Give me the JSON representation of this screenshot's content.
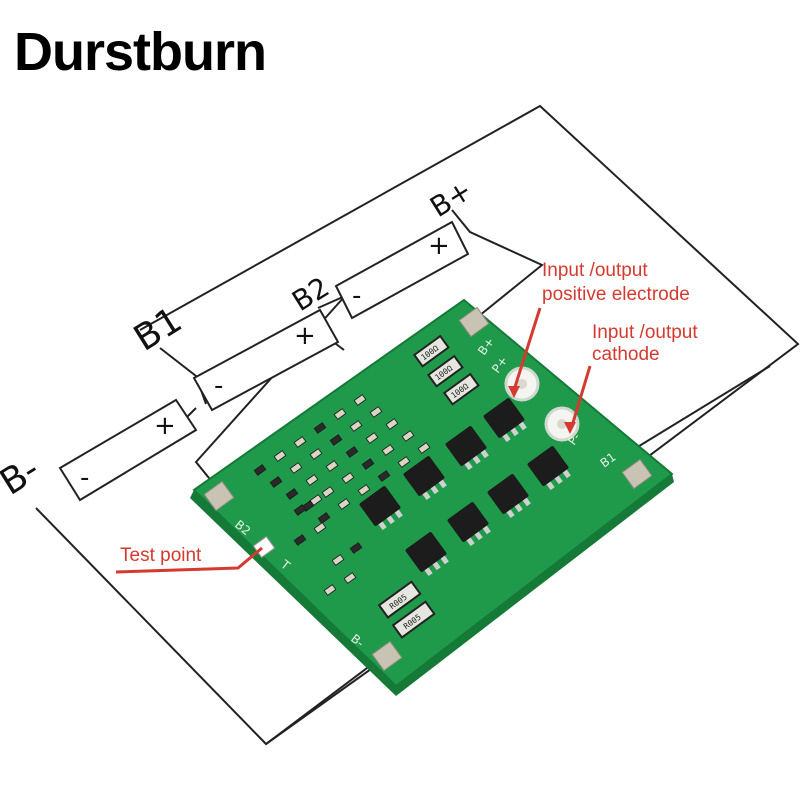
{
  "brand": "Durstburn",
  "colors": {
    "pcb": "#1f9a4a",
    "pcb_dark": "#157a38",
    "pad": "#c9c3b3",
    "annotation": "#d43a2f",
    "chip": "#1c1c1c"
  },
  "diagram": {
    "labels": {
      "b_minus": "B-",
      "b1": "B1",
      "b2": "B2",
      "b_plus": "B+"
    },
    "cells": [
      {
        "neg": "-",
        "pos": "+"
      },
      {
        "neg": "-",
        "pos": "+"
      },
      {
        "neg": "-",
        "pos": "+"
      }
    ],
    "annotations": {
      "io_positive_line1": "Input /output",
      "io_positive_line2": "positive electrode",
      "io_cathode_line1": "Input /output",
      "io_cathode_line2": "cathode",
      "test_point": "Test point"
    }
  },
  "pcb": {
    "silkscreen": {
      "b_plus": "B+",
      "p_plus": "P+",
      "p_minus": "P-",
      "b1": "B1",
      "b2": "B2",
      "b_minus": "B-",
      "t": "T"
    },
    "resistors": [
      "100Ω",
      "100Ω",
      "100Ω",
      "R005",
      "R005"
    ]
  }
}
